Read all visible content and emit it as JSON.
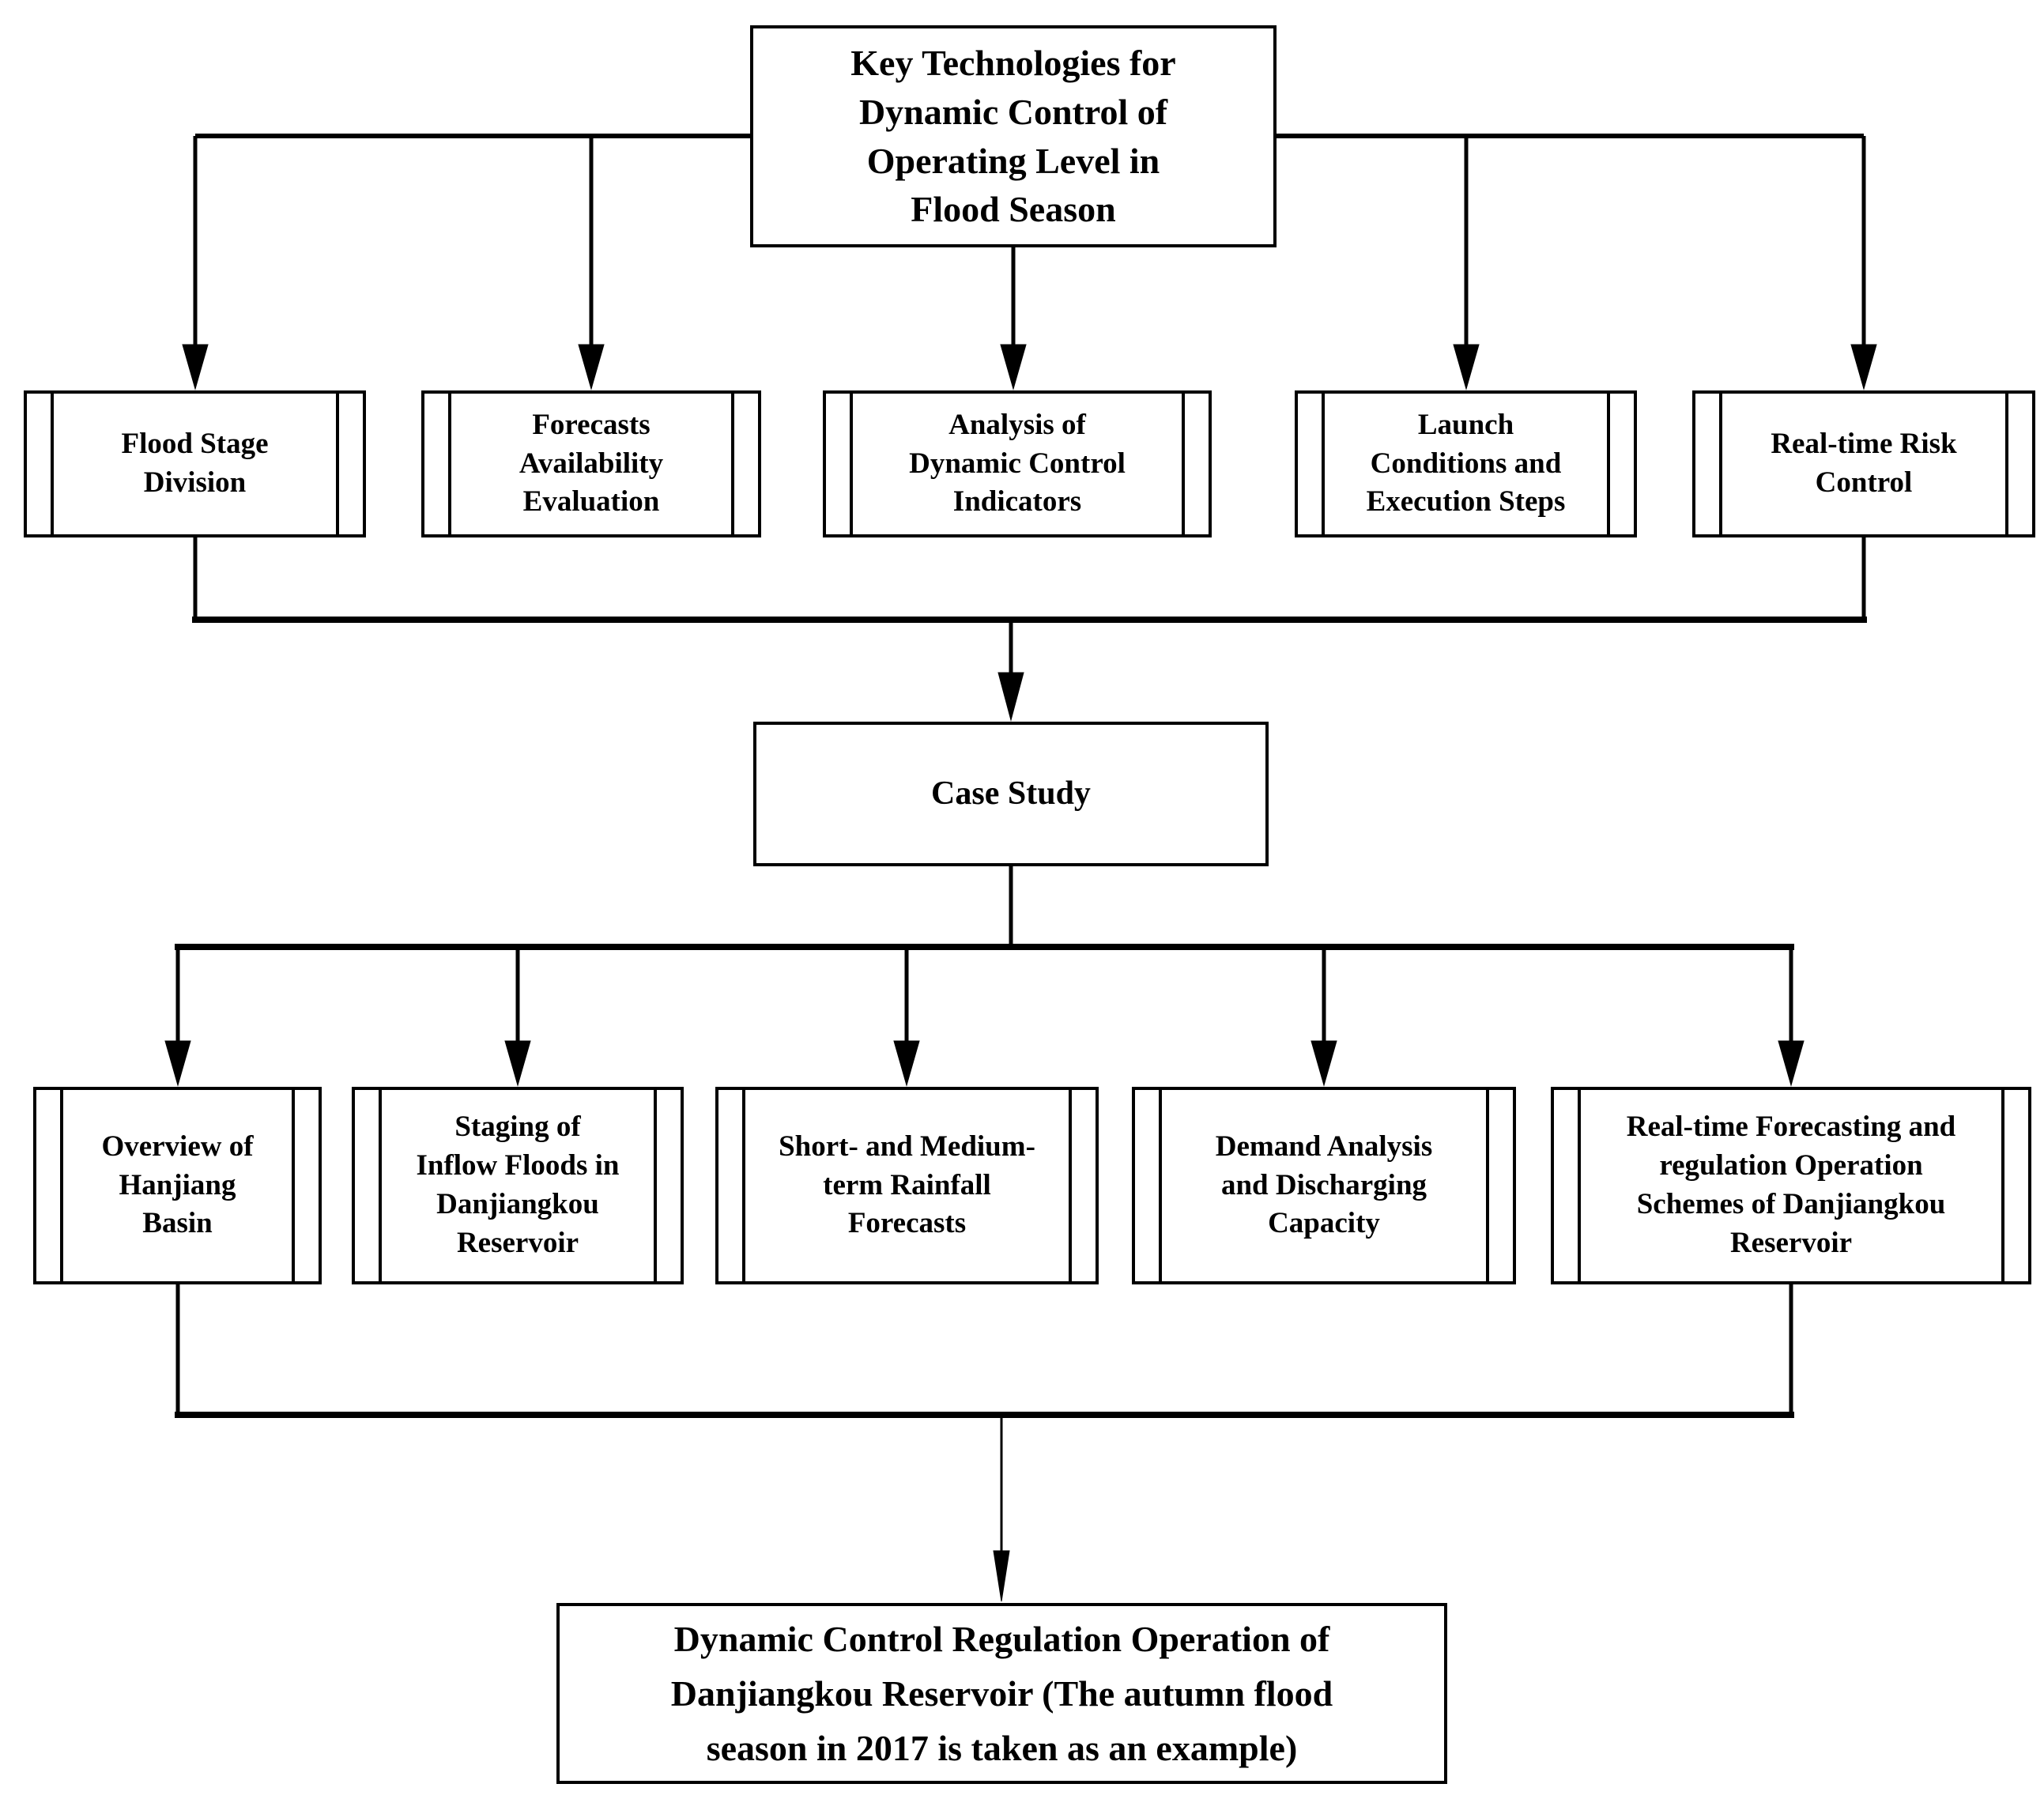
{
  "diagram": {
    "title_node": {
      "label": "Key Technologies for Dynamic Control of Operating Level in Flood Season"
    },
    "key_technologies": [
      {
        "label": "Flood Stage Division"
      },
      {
        "label": "Forecasts Availability Evaluation"
      },
      {
        "label": "Analysis of Dynamic Control Indicators"
      },
      {
        "label": "Launch Conditions and Execution Steps"
      },
      {
        "label": "Real-time Risk Control"
      }
    ],
    "case_study": {
      "label": "Case Study"
    },
    "case_study_topics": [
      {
        "label": "Overview of Hanjiang Basin"
      },
      {
        "label": "Staging of Inflow Floods in Danjiangkou Reservoir"
      },
      {
        "label": "Short- and Medium-term Rainfall Forecasts"
      },
      {
        "label": "Demand Analysis and Discharging Capacity"
      },
      {
        "label": "Real-time Forecasting and regulation Operation Schemes of Danjiangkou Reservoir"
      }
    ],
    "result_node": {
      "label": "Dynamic Control Regulation Operation of Danjiangkou Reservoir (The autumn flood season in 2017 is taken as an example)"
    },
    "colors": {
      "line": "#000000",
      "box_border": "#000000",
      "box_fill": "#ffffff",
      "text": "#000000",
      "background": "#ffffff"
    }
  }
}
